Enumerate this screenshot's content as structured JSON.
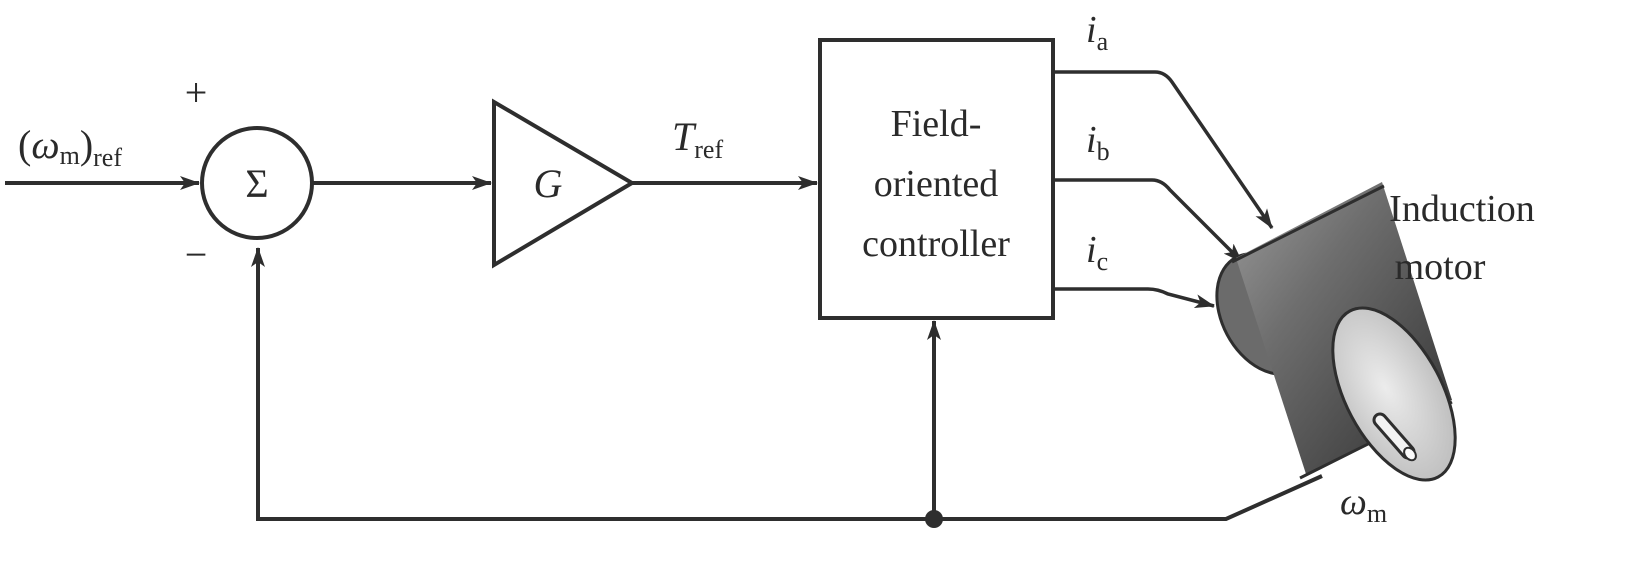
{
  "input": {
    "omega": "ω",
    "omega_sub": "m",
    "ref_sub": "ref"
  },
  "summer": {
    "symbol": "Σ",
    "plus": "+",
    "minus": "−"
  },
  "gain": {
    "symbol": "G"
  },
  "torque_ref": {
    "symbol": "T",
    "sub": "ref"
  },
  "controller": {
    "line1": "Field-",
    "line2": "oriented",
    "line3": "controller"
  },
  "currents": [
    {
      "symbol": "i",
      "sub": "a"
    },
    {
      "symbol": "i",
      "sub": "b"
    },
    {
      "symbol": "i",
      "sub": "c"
    }
  ],
  "motor": {
    "line1": "Induction",
    "line2": "motor"
  },
  "feedback": {
    "symbol": "ω",
    "sub": "m"
  },
  "colors": {
    "line": "#2e2e2e",
    "motor_body_dark": "#4a4a4a",
    "motor_body_light": "#c8c8c8",
    "motor_face": "#d9d9d9"
  }
}
